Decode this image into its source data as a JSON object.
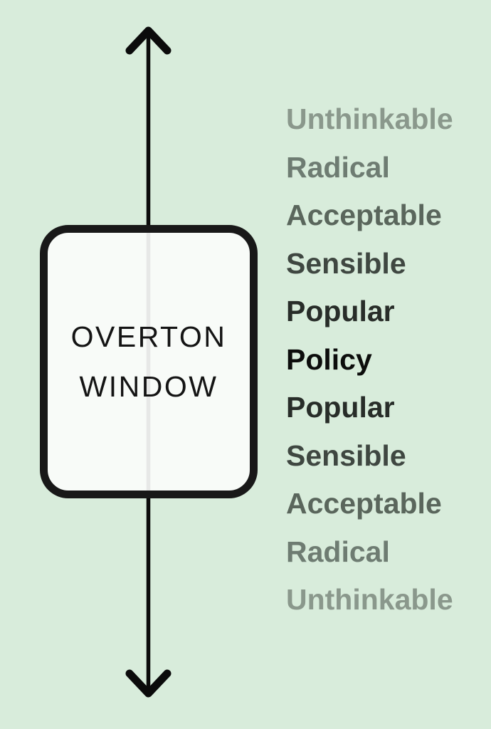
{
  "diagram": {
    "type": "overton-window",
    "window_box": {
      "line1": "OVERTON",
      "line2": "WINDOW"
    },
    "ladder": {
      "items": [
        {
          "label": "Unthinkable",
          "color": "#8a988c"
        },
        {
          "label": "Radical",
          "color": "#6e7c72"
        },
        {
          "label": "Acceptable",
          "color": "#5a665c"
        },
        {
          "label": "Sensible",
          "color": "#3f4741"
        },
        {
          "label": "Popular",
          "color": "#282d29"
        },
        {
          "label": "Policy",
          "color": "#0c0d0c"
        },
        {
          "label": "Popular",
          "color": "#282d29"
        },
        {
          "label": "Sensible",
          "color": "#3f4741"
        },
        {
          "label": "Acceptable",
          "color": "#5a665c"
        },
        {
          "label": "Radical",
          "color": "#6e7c72"
        },
        {
          "label": "Unthinkable",
          "color": "#8a988c"
        }
      ]
    },
    "colors": {
      "background": "#d8ecdb",
      "axis": "#0b0b0b",
      "box_border": "#181818",
      "box_fill": "rgba(251,252,251,0.92)",
      "box_text": "#141414"
    }
  }
}
